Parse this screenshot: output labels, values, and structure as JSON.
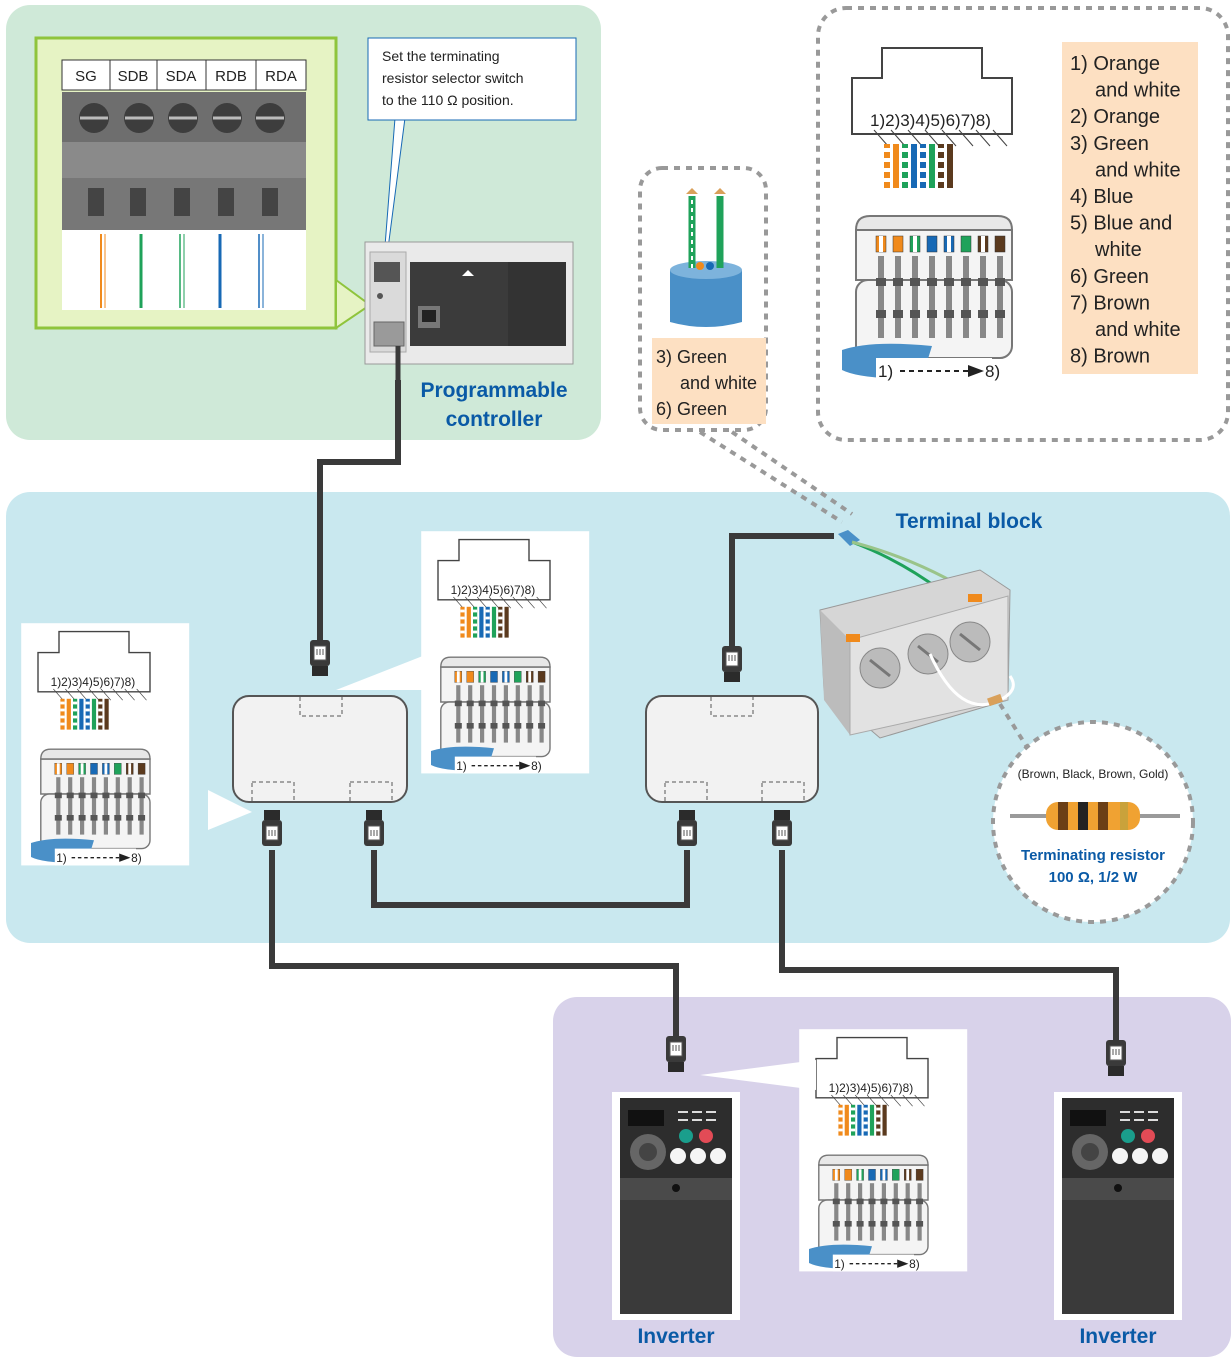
{
  "terminal_strip": {
    "labels": [
      "SG",
      "SDB",
      "SDA",
      "RDB",
      "RDA"
    ]
  },
  "plc": {
    "callout_line1": "Set the terminating",
    "callout_line2": "resistor selector switch",
    "callout_line3": "to the 110 Ω position.",
    "label_line1": "Programmable",
    "label_line2": "controller"
  },
  "pin_numbers": "1)2)3)4)5)6)7)8)",
  "pin_arrow_start": "1)",
  "pin_arrow_end": "8)",
  "pin_legend": [
    [
      "1) Orange",
      "and white"
    ],
    [
      "2) Orange"
    ],
    [
      "3) Green",
      "and white"
    ],
    [
      "4) Blue"
    ],
    [
      "5) Blue and",
      "white"
    ],
    [
      "6) Green"
    ],
    [
      "7) Brown",
      "and white"
    ],
    [
      "8) Brown"
    ]
  ],
  "cable_legend": [
    [
      "3) Green",
      "and white"
    ],
    [
      "6) Green"
    ]
  ],
  "terminal_block": {
    "label": "Terminal block"
  },
  "resistor": {
    "colors_text": "(Brown, Black, Brown, Gold)",
    "label_line1": "Terminating resistor",
    "label_line2": "100 Ω, 1/2 W"
  },
  "inverters": [
    {
      "label": "Inverter"
    },
    {
      "label": "Inverter"
    }
  ],
  "colors": {
    "plc_zone": "#cfe9d8",
    "network_zone": "#c9e8ef",
    "inverter_zone": "#d8d2ea",
    "legend_bg": "#fde0c2",
    "label_blue": "#0a5aa6",
    "cable": "#3a3a3a"
  }
}
